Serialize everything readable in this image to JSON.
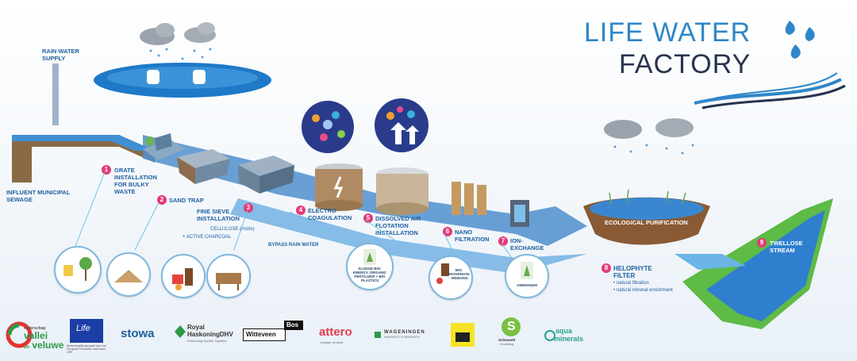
{
  "title": {
    "line1": "LIFE WATER",
    "line2": "FACTORY"
  },
  "labels": {
    "rain_water_supply": "RAIN WATER SUPPLY",
    "influent": "INFLUENT MUNICIPAL SEWAGE",
    "grate": "GRATE INSTALLATION FOR BULKY WASTE",
    "sand_trap": "SAND TRAP",
    "fine_sieve": "FINE SIEVE INSTALLATION",
    "cellulose": "CELLULOSE (mobs)",
    "active_charcoal": "+ ACTIVE CHARCOAL",
    "bypass": "BYPASS RAIN WATER",
    "electro": "ELECTRO COAGULATION",
    "daf": "DISSOLVED AIR FLOTATION INSTALLATION",
    "nano": "NANO FILTRATION",
    "ion": "ION- EXCHANGE",
    "eco": "ECOLOGICAL PURIFICATION",
    "helophyte": "HELOPHYTE FILTER",
    "helophyte_b1": "• natural filtration",
    "helophyte_b2": "• natural mineral enrichment",
    "twellose": "TWELLOSE STREAM"
  },
  "numbers": [
    "1",
    "2",
    "3",
    "4",
    "5",
    "6",
    "7",
    "8",
    "9"
  ],
  "bubbles": {
    "sludge": "SLUDGE BIO-ENERGY, ORGANIC FERTILIZER + BIO PLASTICS",
    "phosphate": "BIO PHOSPHATE - REMAINS",
    "ammonium": "AMMONIUM"
  },
  "logos": {
    "vallei_small": "waterschap",
    "vallei": "vallei",
    "veluwe": "veluwe",
    "veluwe_prefix": "en",
    "life": "Life",
    "life_caption": "Medemogelijk gemaakt door het Europese Financiële instrument LIFE",
    "stowa": "stowa",
    "royal": "Royal",
    "haskoning": "HaskoningDHV",
    "haskoning_tag": "Enhancing Society Together",
    "witteveen": "Witteveen",
    "bos": "Bos",
    "attero": "attero",
    "attero_tag": "energie uit afval",
    "wageningen": "WAGENINGEN",
    "wageningen_tag": "UNIVERSITY & RESEARCH",
    "scheuvelt": "Scheuvelt",
    "scheuvelt_tag": "Groeiding",
    "aqua": "aqua",
    "minerals": "minerals"
  },
  "colors": {
    "accent": "#2f86c8",
    "dark": "#26344f",
    "pink": "#e33a78",
    "water": "#3a87cf"
  }
}
